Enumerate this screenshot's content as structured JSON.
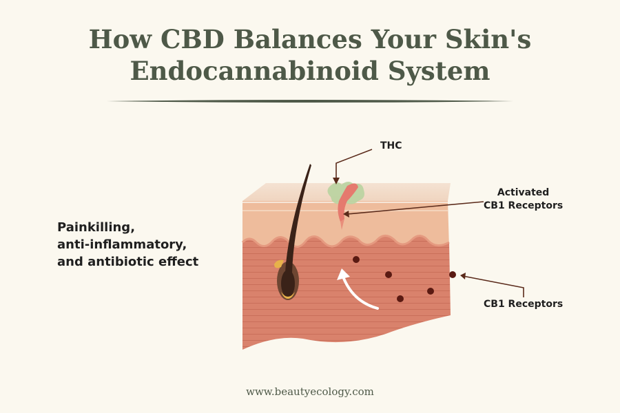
{
  "title": {
    "line1": "How CBD Balances Your Skin's",
    "line2": "Endocannabinoid System"
  },
  "effect": {
    "line1": "Painkilling,",
    "line2": "anti-inflammatory,",
    "line3": "and antibiotic effect"
  },
  "labels": {
    "thc": "THC",
    "activated_line1": "Activated",
    "activated_line2": "CB1 Receptors",
    "cb1": "CB1 Receptors"
  },
  "footer": "www.beautyecology.com",
  "colors": {
    "title": "#4e5948",
    "background": "#fbf8ef",
    "epidermis_top": "#f1dcc9",
    "epidermis": "#eebc9c",
    "dermis": "#d9826c",
    "hair": "#3a2218",
    "receptor": "#5a1a12",
    "thc_green": "#b9d3a0",
    "thc_red": "#e57a6e"
  }
}
